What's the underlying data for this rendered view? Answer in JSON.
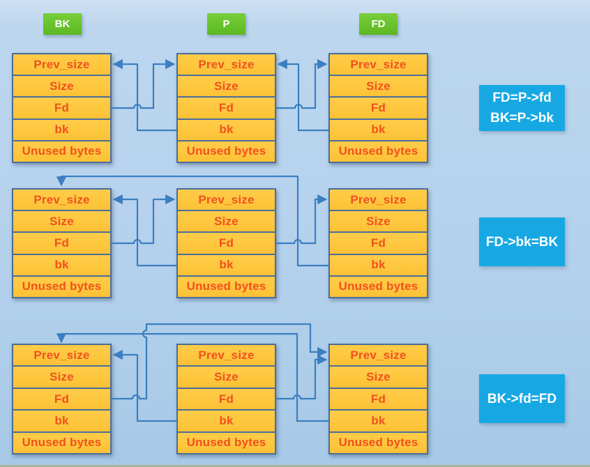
{
  "tags": {
    "bk": "BK",
    "p": "P",
    "fd": "FD"
  },
  "chunk_fields": [
    "Prev_size",
    "Size",
    "Fd",
    "bk",
    "Unused bytes"
  ],
  "captions": {
    "step1_line1": "FD=P->fd",
    "step1_line2": "BK=P->bk",
    "step2": "FD->bk=BK",
    "step3": "BK->fd=FD"
  },
  "colors": {
    "background": "#b4d1ec",
    "chunk_fill": "#fec73e",
    "chunk_border": "#4a6d9b",
    "chunk_text": "#f0511f",
    "arrow": "#3b7ec2",
    "tag_fill": "#66c12a",
    "caption_fill": "#17a8e4",
    "caption_text": "#ffffff"
  },
  "edges": [
    {
      "row": 1,
      "from": "P.bk",
      "to": "BK.prev_size"
    },
    {
      "row": 1,
      "from": "BK.fd",
      "to": "P.prev_size"
    },
    {
      "row": 1,
      "from": "FD.bk",
      "to": "P.prev_size"
    },
    {
      "row": 1,
      "from": "P.fd",
      "to": "FD.prev_size"
    },
    {
      "row": 2,
      "from": "P.bk",
      "to": "BK.prev_size"
    },
    {
      "row": 2,
      "from": "BK.fd",
      "to": "P.prev_size"
    },
    {
      "row": 2,
      "from": "P.fd",
      "to": "FD.prev_size"
    },
    {
      "row": 2,
      "from": "FD.bk",
      "to": "BK.top"
    },
    {
      "row": 3,
      "from": "P.bk",
      "to": "BK.prev_size"
    },
    {
      "row": 3,
      "from": "BK.fd",
      "to": "FD.prev_size"
    },
    {
      "row": 3,
      "from": "P.fd",
      "to": "FD.prev_size"
    },
    {
      "row": 3,
      "from": "FD.bk",
      "to": "BK.top"
    }
  ]
}
